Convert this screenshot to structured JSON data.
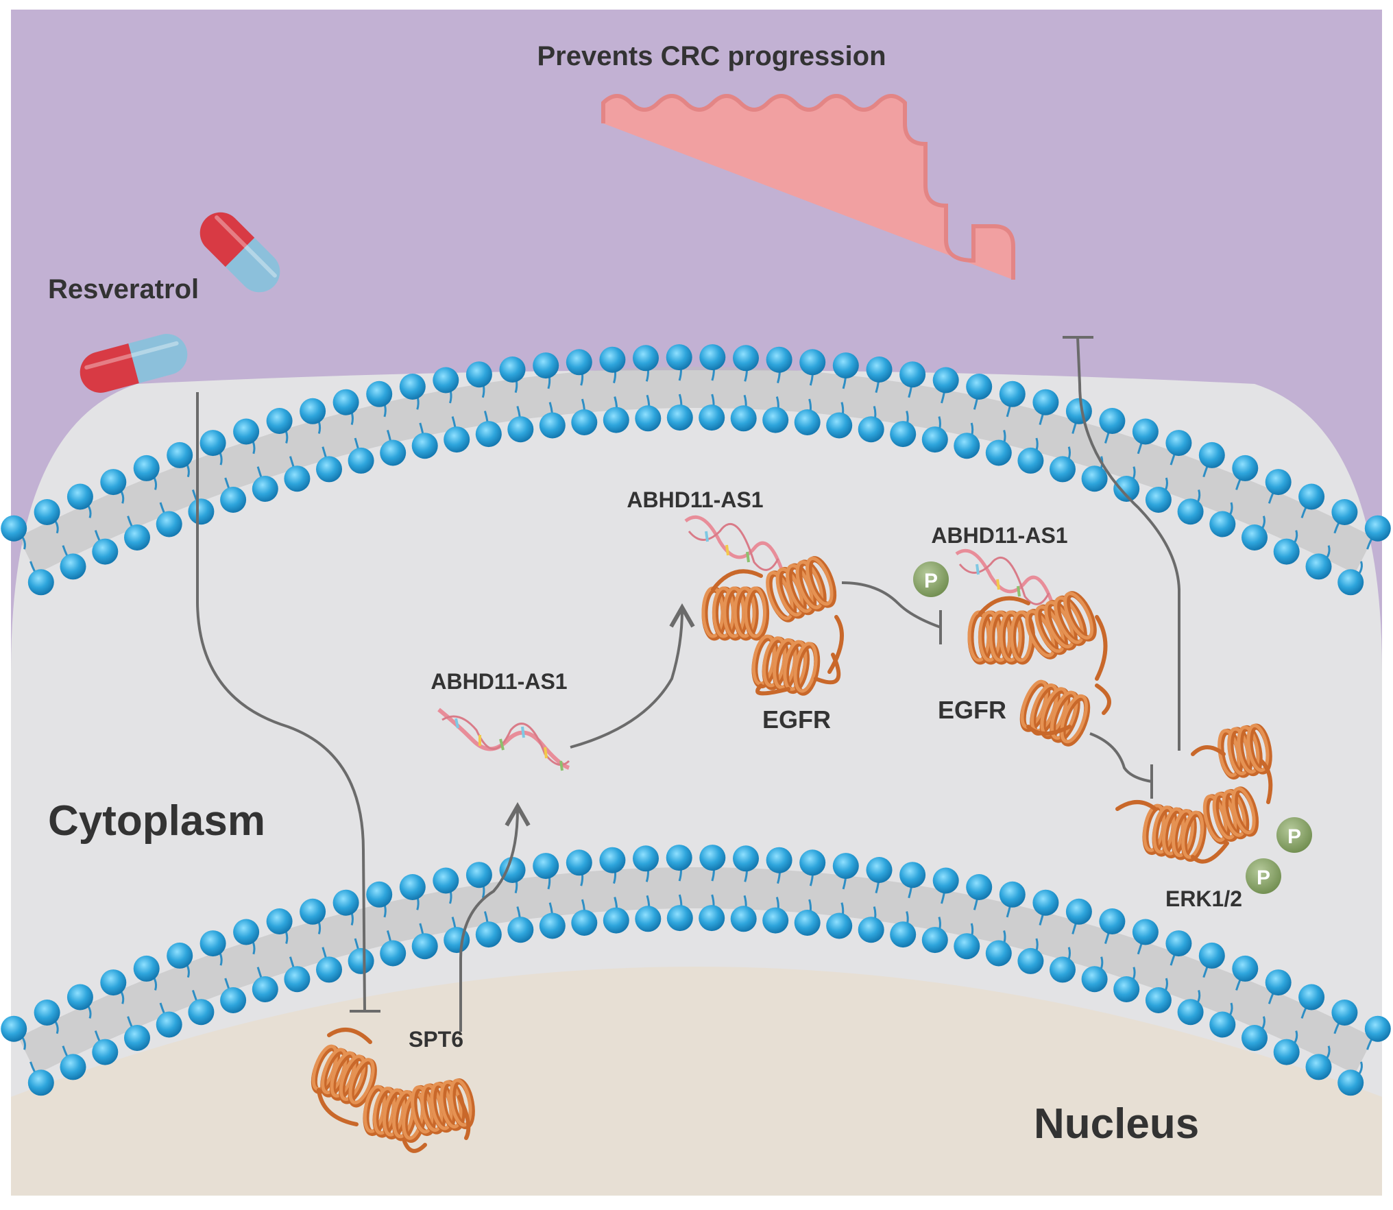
{
  "title": "Prevents CRC progression",
  "labels": {
    "resveratrol": "Resveratrol",
    "cytoplasm": "Cytoplasm",
    "nucleus": "Nucleus",
    "spt6": "SPT6",
    "abhd11_free": "ABHD11-AS1",
    "abhd11_bound": "ABHD11-AS1",
    "abhd11_phos": "ABHD11-AS1",
    "egfr_bound": "EGFR",
    "egfr_phos": "EGFR",
    "erk": "ERK1/2",
    "phospho_symbol": "P"
  },
  "colors": {
    "extracellular": "#c2b1d3",
    "cytoplasm": "#e3e3e5",
    "nucleus": "#e7dfd4",
    "lipid_head": "#2ea5dc",
    "lipid_tail": "#2e8ec4",
    "protein": "#d77a3c",
    "capsule_red": "#d83a44",
    "capsule_blue": "#8cc0db",
    "colon": "#f1a0a1",
    "phospho": "#8da86a",
    "arrow": "#6b6b6b",
    "text": "#333333"
  },
  "icons": [
    "capsule-icon",
    "colon-icon",
    "rna-strand-icon",
    "protein-helix-icon",
    "phosphate-icon"
  ]
}
